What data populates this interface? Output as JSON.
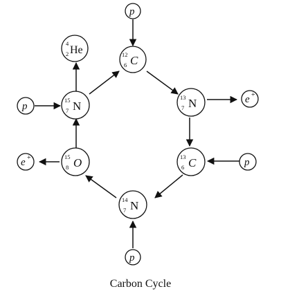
{
  "title": "Carbon Cycle",
  "nodes": {
    "c12": {
      "symbol": "C",
      "mass": "12",
      "atomic": "6"
    },
    "n13": {
      "symbol": "N",
      "mass": "13",
      "atomic": "7"
    },
    "c13": {
      "symbol": "C",
      "mass": "13",
      "atomic": "6"
    },
    "n14": {
      "symbol": "N",
      "mass": "14",
      "atomic": "7"
    },
    "o15": {
      "symbol": "O",
      "mass": "15",
      "atomic": "8"
    },
    "n15": {
      "symbol": "N",
      "mass": "15",
      "atomic": "7"
    },
    "he4": {
      "symbol": "He",
      "mass": "4",
      "atomic": "2"
    }
  },
  "particles": {
    "proton": "p",
    "positron": "e",
    "positron_charge": "+"
  },
  "colors": {
    "stroke": "#111111",
    "background": "#ffffff"
  }
}
